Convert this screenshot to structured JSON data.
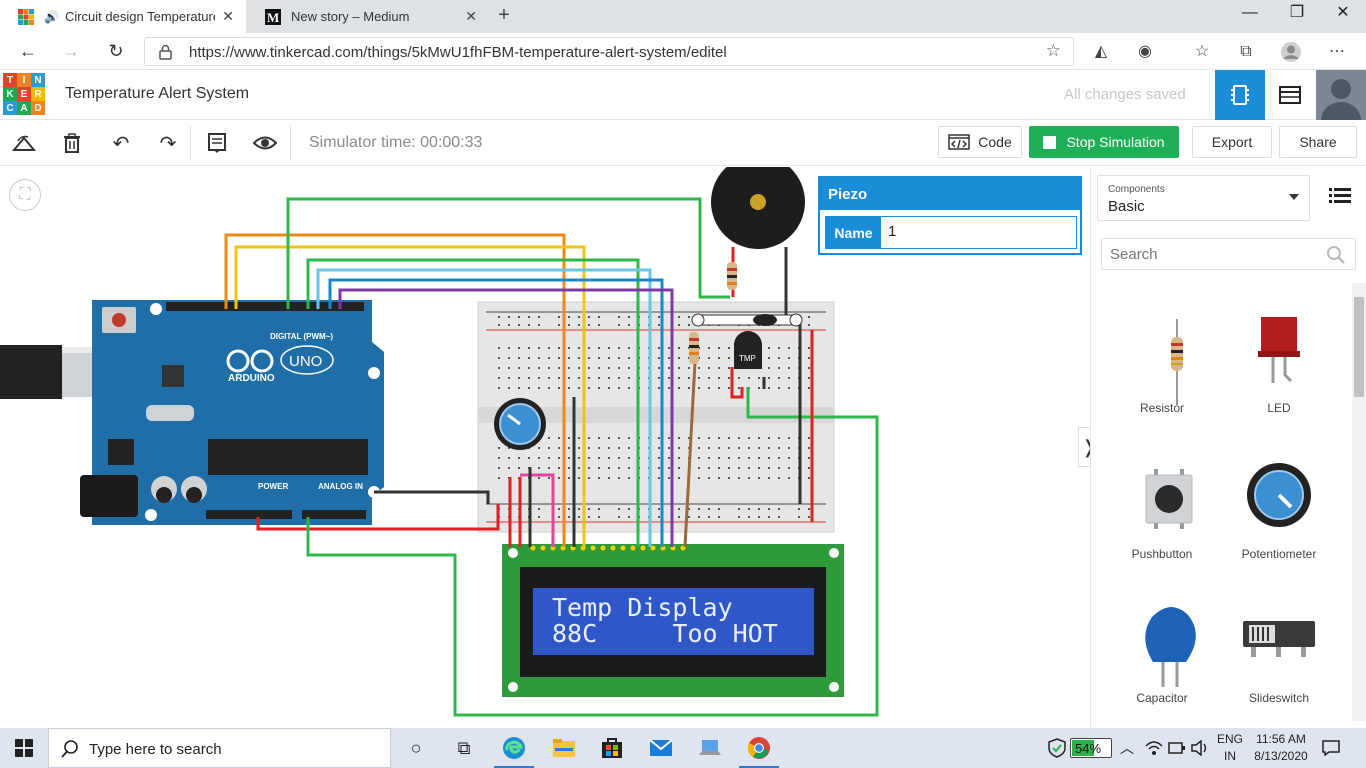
{
  "browser": {
    "tabs": [
      {
        "title": "Circuit design Temperature"
      },
      {
        "title": "New story – Medium"
      }
    ],
    "url": "https://www.tinkercad.com/things/5kMwU1fhFBM-temperature-alert-system/editel"
  },
  "header": {
    "logo_letters": [
      "T",
      "I",
      "N",
      "K",
      "E",
      "R",
      "C",
      "A",
      "D"
    ],
    "title": "Temperature Alert System",
    "save_status": "All changes saved"
  },
  "toolbar": {
    "sim_time": "Simulator time: 00:00:33",
    "code_label": "Code",
    "stop_label": "Stop Simulation",
    "export_label": "Export",
    "share_label": "Share"
  },
  "inspector": {
    "title": "Piezo",
    "name_label": "Name",
    "name_value": "1"
  },
  "lcd": {
    "line1": "Temp Display",
    "line2": "88C     Too HOT"
  },
  "board": {
    "arduino_text": "ARDUINO",
    "uno_text": "UNO",
    "digital_label": "DIGITAL (PWM~)",
    "power_label": "POWER",
    "analog_label": "ANALOG IN",
    "tmp_label": "TMP"
  },
  "panel": {
    "dropdown_caption": "Components",
    "dropdown_value": "Basic",
    "search_placeholder": "Search",
    "components": [
      {
        "name": "Resistor"
      },
      {
        "name": "LED"
      },
      {
        "name": "Pushbutton"
      },
      {
        "name": "Potentiometer"
      },
      {
        "name": "Capacitor"
      },
      {
        "name": "Slideswitch"
      }
    ]
  },
  "taskbar": {
    "search_placeholder": "Type here to search",
    "battery": "54%",
    "battery_level": 0.54,
    "lang_top": "ENG",
    "lang_bottom": "IN",
    "time": "11:56 AM",
    "date": "8/13/2020"
  }
}
